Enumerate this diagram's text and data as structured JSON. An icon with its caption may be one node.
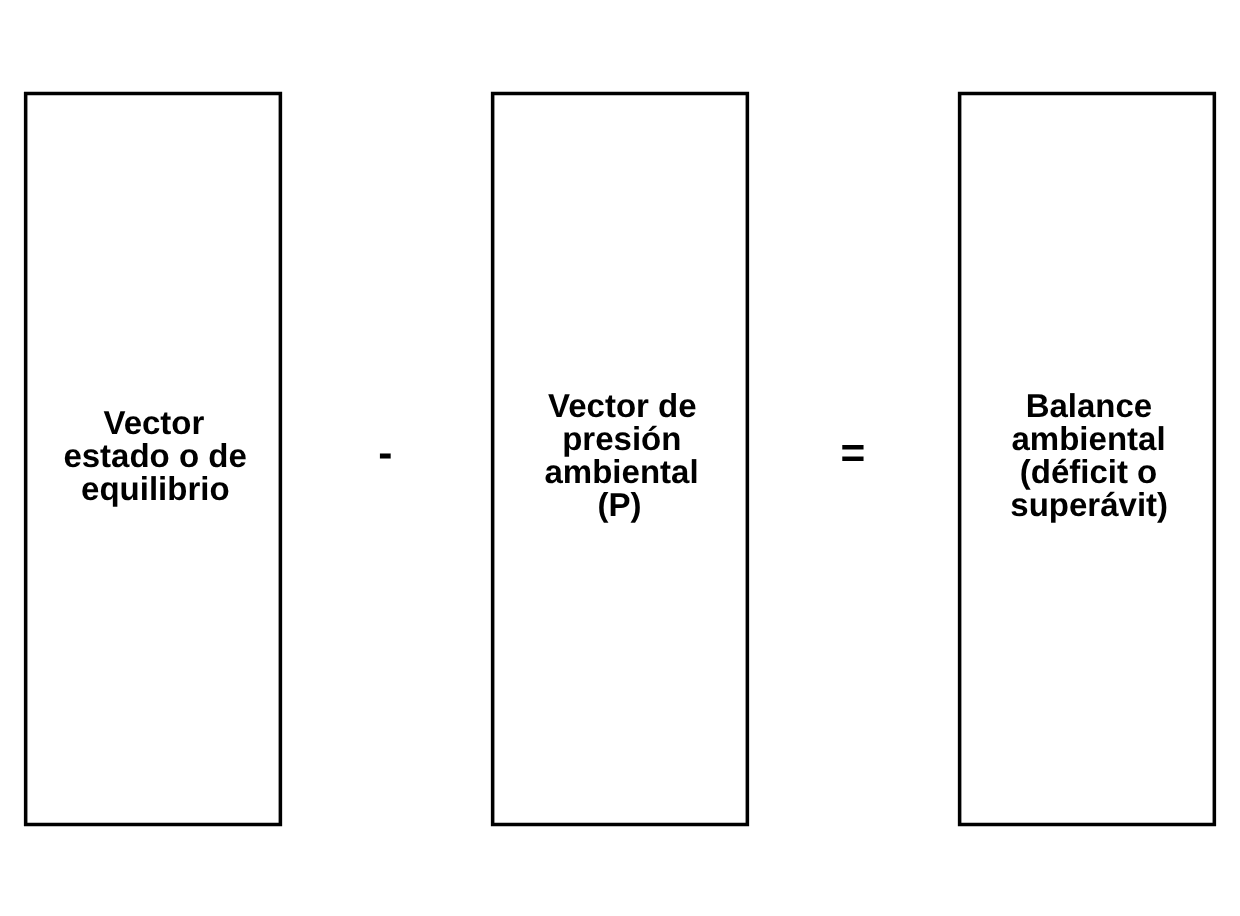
{
  "diagram": {
    "nodes": [
      {
        "text": [
          "Vector estado o de equilibrio"
        ]
      },
      {
        "text": [
          "Vector de presión ambiental (P)"
        ]
      },
      {
        "text": [
          "Balance ambiental (déficit o superávit)"
        ]
      }
    ],
    "labels": [
      "-",
      "="
    ]
  }
}
